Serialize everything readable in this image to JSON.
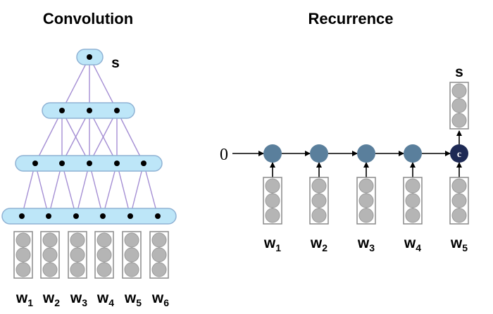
{
  "convolution": {
    "title": "Convolution",
    "output_label": "s",
    "word_prefix": "w",
    "word_indices": [
      "1",
      "2",
      "3",
      "4",
      "5",
      "6"
    ]
  },
  "recurrence": {
    "title": "Recurrence",
    "initial_state": "0",
    "output_label": "s",
    "final_node_label": "c",
    "word_prefix": "w",
    "word_indices": [
      "1",
      "2",
      "3",
      "4",
      "5"
    ]
  },
  "colors": {
    "conv_box_fill": "#bde6f8",
    "conv_box_stroke": "#8fb2d4",
    "conv_edge": "#a58fd4",
    "hidden_node": "#5a7f9c",
    "final_node": "#1e2a55",
    "embedding_circle": "#b5b5b5",
    "embedding_box": "#8a8a8a"
  }
}
